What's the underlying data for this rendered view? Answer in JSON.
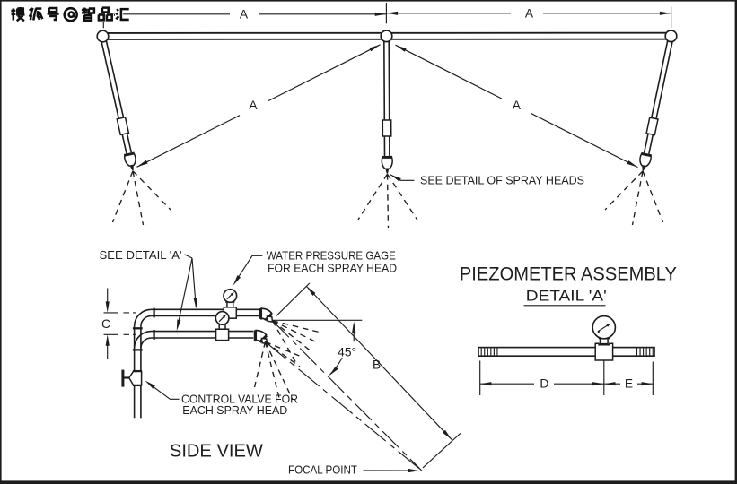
{
  "colors": {
    "ink": "#1d1d1d",
    "background": "#ffffff"
  },
  "watermark": {
    "text": "搜狐号@智品汇"
  },
  "elevation_view": {
    "dim_span_left": "A",
    "dim_span_right": "A",
    "dim_diag_left": "A",
    "dim_diag_right": "A",
    "spray_heads_note": "SEE DETAIL OF SPRAY HEADS"
  },
  "side_view": {
    "title": "SIDE VIEW",
    "see_detail_note": "SEE DETAIL 'A'",
    "pressure_gage_note_line1": "WATER PRESSURE GAGE",
    "pressure_gage_note_line2": "FOR EACH SPRAY HEAD",
    "control_valve_note_line1": "CONTROL VALVE FOR",
    "control_valve_note_line2": "EACH SPRAY HEAD",
    "spray_angle": "45°",
    "dim_spray_length": "B",
    "dim_pipe_spacing": "C",
    "focal_point_label": "FOCAL POINT"
  },
  "piezometer_detail": {
    "title": "PIEZOMETER ASSEMBLY",
    "subtitle": "DETAIL 'A'",
    "dim_left": "D",
    "dim_right": "E"
  }
}
